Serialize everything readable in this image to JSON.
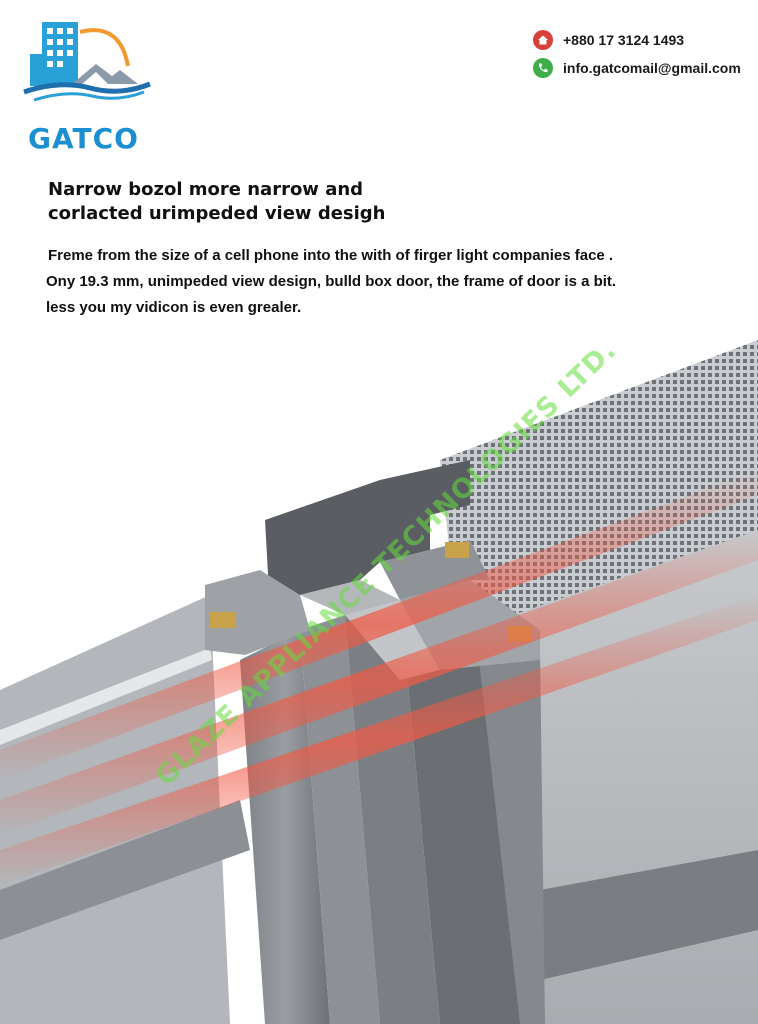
{
  "brand": {
    "name": "GATCO",
    "colors": {
      "blue": "#1b8fd0",
      "orange": "#f29a2e",
      "navy": "#1f6fae"
    }
  },
  "contact": {
    "phone": "+880 17 3124 1493",
    "email": "info.gatcomail@gmail.com",
    "phone_icon": "home-icon",
    "email_icon": "phone-icon"
  },
  "headline": {
    "line1": "Narrow bozol more narrow and",
    "line2": "corlacted urimpeded view desigh"
  },
  "body": {
    "lines": [
      "Freme from the size of a cell phone into the with of firger light companies face .",
      "Ony 19.3 mm, unimpeded view design, bulld box door, the frame of door is a bit.",
      "less you my vidicon is even grealer."
    ]
  },
  "watermark": "GLAZE APPLIANCE TECHNOLOGIES LTD.",
  "hero_image": "aluminium-window-frame-cross-section"
}
